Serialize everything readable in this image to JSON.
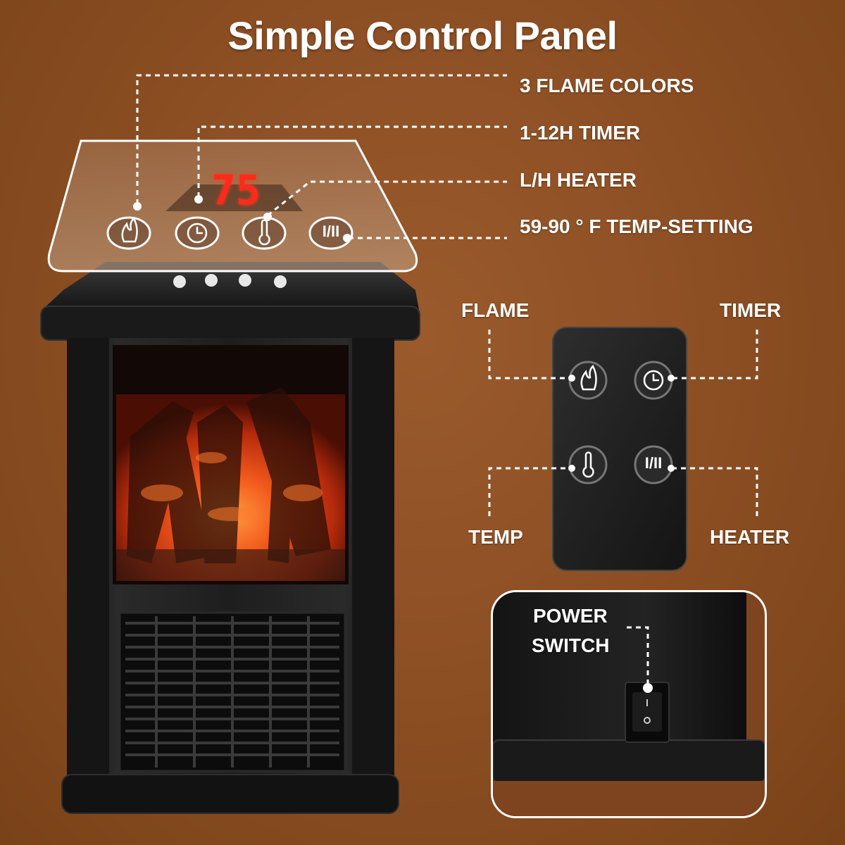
{
  "title": "Simple Control Panel",
  "panel": {
    "display_value": "75",
    "callouts": [
      "3 FLAME COLORS",
      "1-12H TIMER",
      "L/H HEATER",
      "59-90 ° F TEMP-SETTING"
    ],
    "heater_button_label": "I/II"
  },
  "remote": {
    "flame_label": "FLAME",
    "timer_label": "TIMER",
    "temp_label": "TEMP",
    "heater_label": "HEATER",
    "heater_button_label": "I/II"
  },
  "power": {
    "label_line1": "POWER",
    "label_line2": "SWITCH"
  },
  "colors": {
    "background": "#8a4d22",
    "led": "#ff2a1a",
    "heater_body": "#1c1c1c",
    "flame": "#e8461a"
  },
  "icons": [
    "flame-icon",
    "timer-icon",
    "thermometer-icon",
    "heater-mode-icon",
    "power-switch-icon"
  ]
}
